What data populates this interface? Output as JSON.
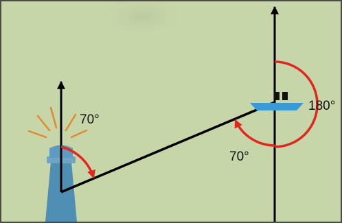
{
  "diagram": {
    "background_color": "#c7d6a8",
    "line_color": "#000000",
    "arc_color": "#e0281e",
    "lighthouse_color": "#4f8fb4",
    "lighthouse_ray_color": "#e08a2e",
    "ship_hull_color": "#3a9ad6",
    "labels": {
      "lighthouse_angle": "70°",
      "ship_angle": "70°",
      "reverse_angle": "180°"
    }
  }
}
